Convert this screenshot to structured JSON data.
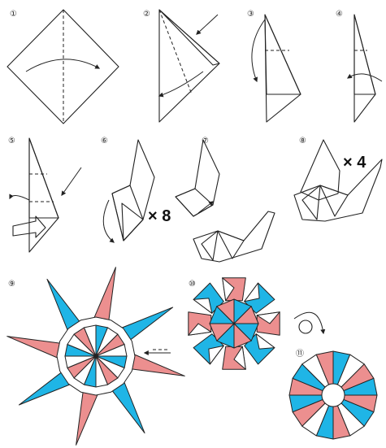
{
  "colors": {
    "pink": "#ec8f8f",
    "cyan": "#1fb5e6",
    "paper_white": "#ffffff",
    "line": "#222222"
  },
  "steps": [
    {
      "id": "1",
      "symbol": "①"
    },
    {
      "id": "2",
      "symbol": "②"
    },
    {
      "id": "3",
      "symbol": "③"
    },
    {
      "id": "4",
      "symbol": "④"
    },
    {
      "id": "5",
      "symbol": "⑤"
    },
    {
      "id": "6",
      "symbol": "⑥"
    },
    {
      "id": "7",
      "symbol": "⑦"
    },
    {
      "id": "8",
      "symbol": "⑧"
    },
    {
      "id": "9",
      "symbol": "⑨"
    },
    {
      "id": "10",
      "symbol": "⑩"
    },
    {
      "id": "11",
      "symbol": "⑪"
    }
  ],
  "multipliers": {
    "step6": "× 8",
    "step8": "× 4"
  }
}
